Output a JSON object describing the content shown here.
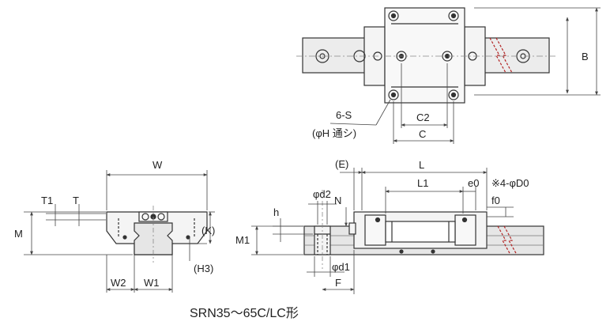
{
  "caption": "SRN35～65C/LC形",
  "colors": {
    "line": "#333333",
    "dim": "#444444",
    "accent": "#b22222",
    "body_fill": "#f4f4f4",
    "rail_fill": "#e6e6e6"
  },
  "top_view": {
    "labels": {
      "s_spec": "6-S",
      "s_hole": "(φH 通シ)",
      "c2": "C2",
      "c": "C",
      "b": "B"
    }
  },
  "front_view": {
    "labels": {
      "w": "W",
      "t1": "T1",
      "t": "T",
      "m": "M",
      "k": "(K)",
      "h3": "(H3)",
      "w2": "W2",
      "w1": "W1"
    }
  },
  "side_view": {
    "labels": {
      "e": "(E)",
      "l": "L",
      "l1": "L1",
      "e0": "e0",
      "d0": "※4-φD0",
      "f0": "f0",
      "d2": "φd2",
      "n": "N",
      "h": "h",
      "m1": "M1",
      "d1": "φd1",
      "f": "F"
    }
  }
}
